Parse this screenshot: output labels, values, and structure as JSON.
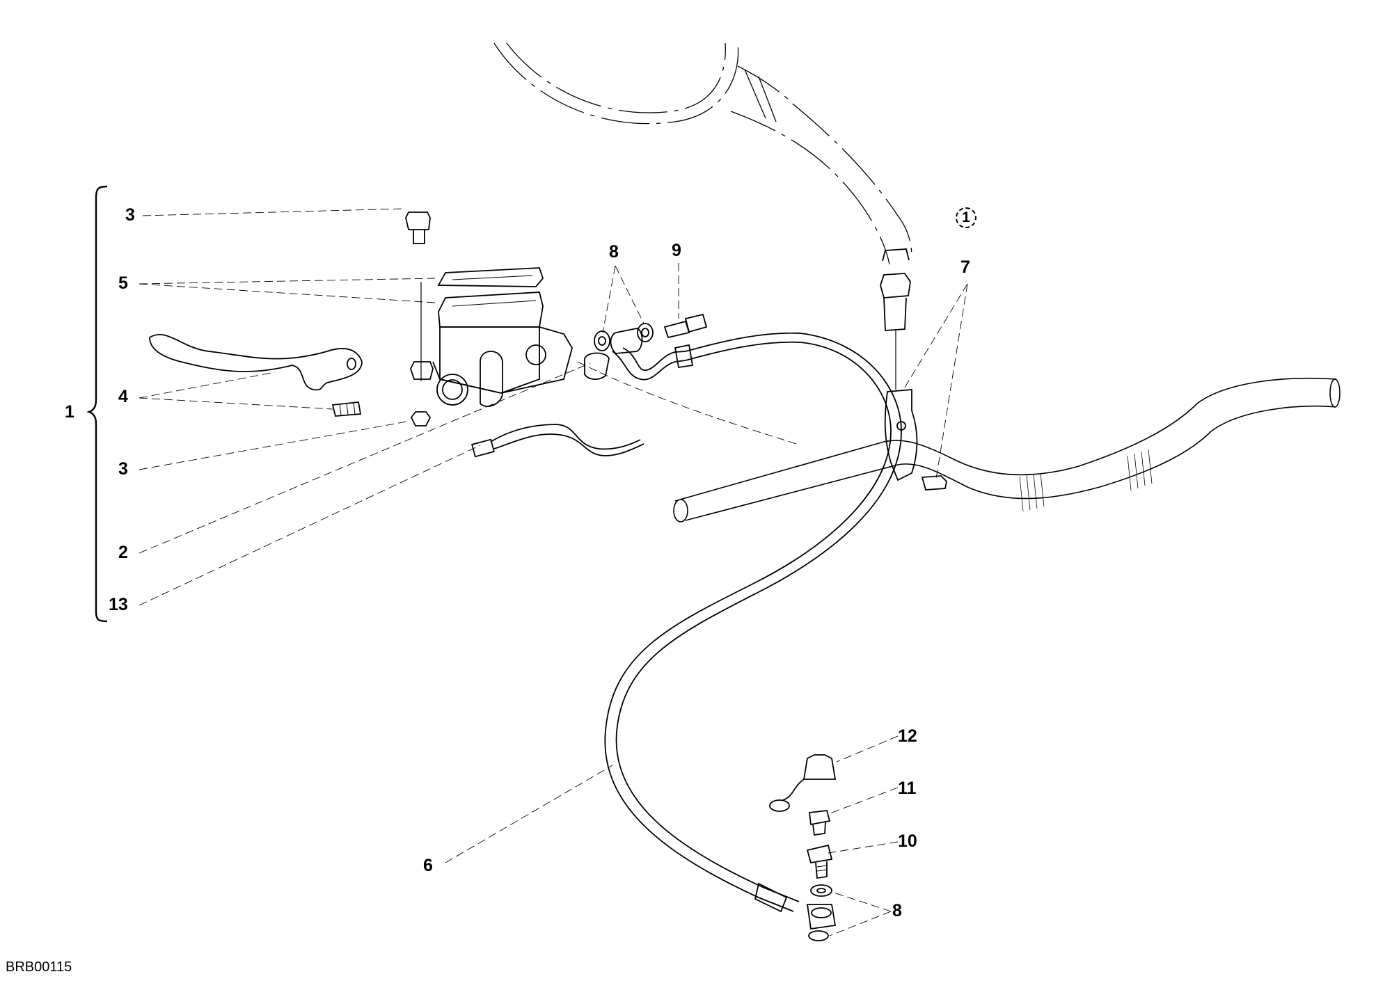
{
  "drawing": {
    "code": "BRB00115",
    "note_ref": "1",
    "group_label": "1"
  },
  "callouts": {
    "c3_top": "3",
    "c5": "5",
    "c4": "4",
    "c3_bottom": "3",
    "c2": "2",
    "c13": "13",
    "c8_top": "8",
    "c9": "9",
    "c7": "7",
    "c12": "12",
    "c11": "11",
    "c10": "10",
    "c6": "6",
    "c8_bottom": "8"
  }
}
